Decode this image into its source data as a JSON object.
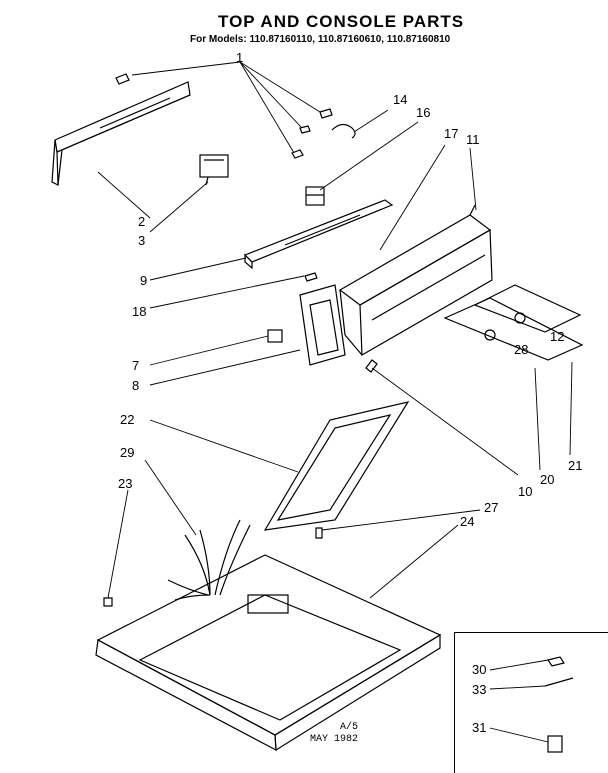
{
  "title": "TOP AND CONSOLE PARTS",
  "subtitle": "For Models: 110.87160110, 110.87160610, 110.87160810",
  "footer": {
    "code": "A/5",
    "date": "MAY 1982"
  },
  "callouts": {
    "c1": "1",
    "c2": "2",
    "c3": "3",
    "c7": "7",
    "c8": "8",
    "c9": "9",
    "c10": "10",
    "c11": "11",
    "c12": "12",
    "c14": "14",
    "c16": "16",
    "c17": "17",
    "c18": "18",
    "c20": "20",
    "c21": "21",
    "c22": "22",
    "c23": "23",
    "c24": "24",
    "c27": "27",
    "c28": "28",
    "c29": "29",
    "c30": "30",
    "c31": "31",
    "c33": "33"
  }
}
